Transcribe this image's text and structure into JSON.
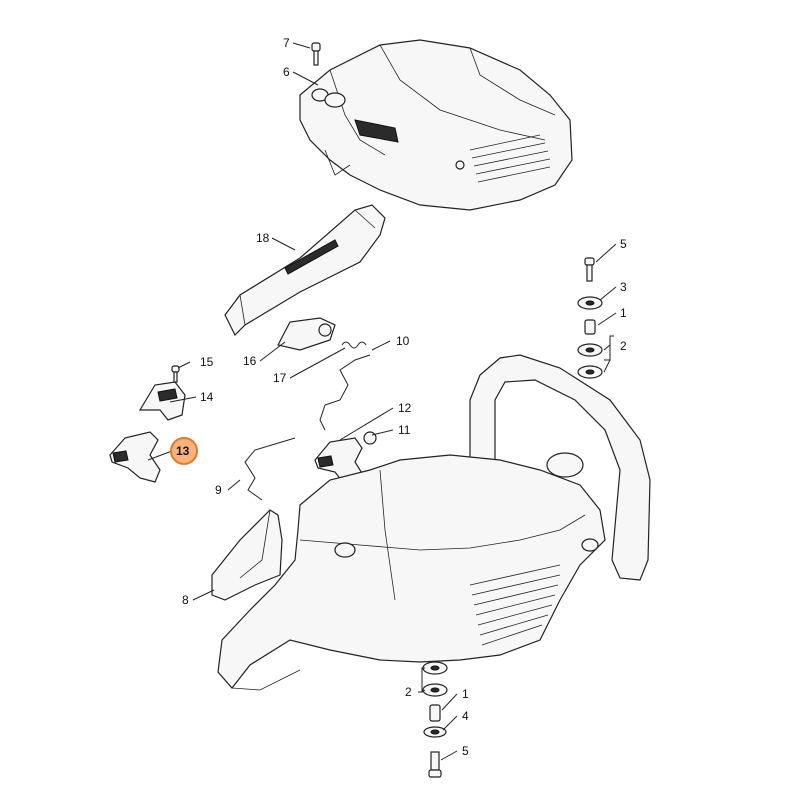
{
  "diagram": {
    "highlight_color": "#f7b37a",
    "highlight_stroke": "#e07a2a",
    "highlighted_part": "13",
    "callouts": [
      "7",
      "6",
      "18",
      "15",
      "14",
      "13",
      "16",
      "17",
      "10",
      "12",
      "11",
      "9",
      "8",
      "5",
      "3",
      "1",
      "2",
      "2",
      "1",
      "4",
      "5"
    ]
  }
}
